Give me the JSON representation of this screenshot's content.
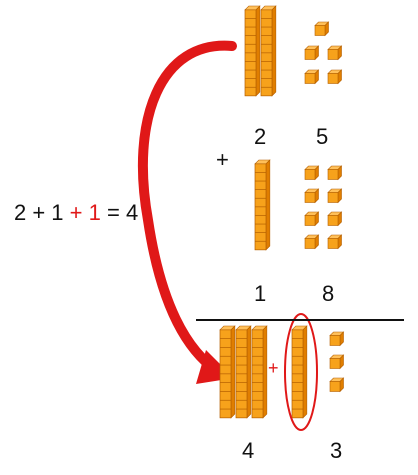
{
  "colors": {
    "block_face": "#f7a21b",
    "block_dark": "#e07e00",
    "block_light": "#ffc05a",
    "block_edge": "#b45f00",
    "accent_red": "#e01818",
    "text": "#111111",
    "line": "#111111"
  },
  "problem": {
    "top_number": {
      "tens_digit": "2",
      "ones_digit": "5",
      "tens_rods": 2,
      "ones_cubes": 5
    },
    "plus_sign": "+",
    "second_number": {
      "tens_digit": "1",
      "ones_digit": "8",
      "tens_rods": 1,
      "ones_cubes": 8
    },
    "result": {
      "tens_digit": "4",
      "ones_digit": "3",
      "tens_rods": 3,
      "regrouped_rods": 1,
      "ones_cubes": 3
    },
    "regroup_plus": "+"
  },
  "equation": {
    "part1": "2 + 1",
    "part2": "+ 1",
    "part3": "= 4"
  }
}
